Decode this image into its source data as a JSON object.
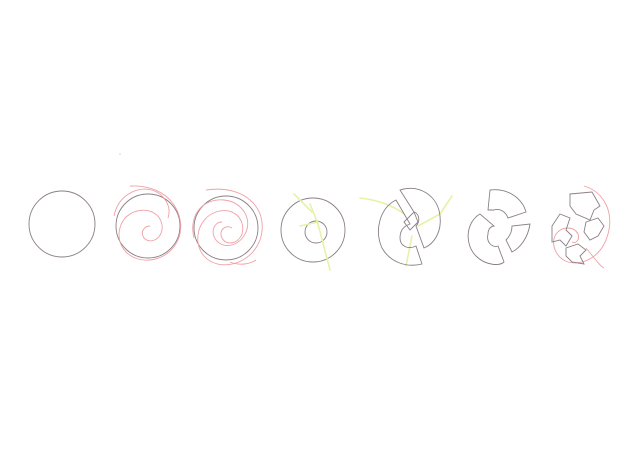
{
  "colors": {
    "background": "#ffffff",
    "outline": "#8a7f86",
    "spiral": "#f0a0a6",
    "guide": "#e6f2a6"
  },
  "figure": {
    "panels": [
      {
        "step": 1,
        "content": "circle"
      },
      {
        "step": 2,
        "content": "circle-with-spiral"
      },
      {
        "step": 3,
        "content": "circle-with-double-spiral"
      },
      {
        "step": 4,
        "content": "ring-with-guides"
      },
      {
        "step": 5,
        "content": "ring-cut-into-three-segments"
      },
      {
        "step": 6,
        "content": "three-separated-segments"
      },
      {
        "step": 7,
        "content": "rotated-segments-with-notches-and-spiral"
      }
    ]
  }
}
